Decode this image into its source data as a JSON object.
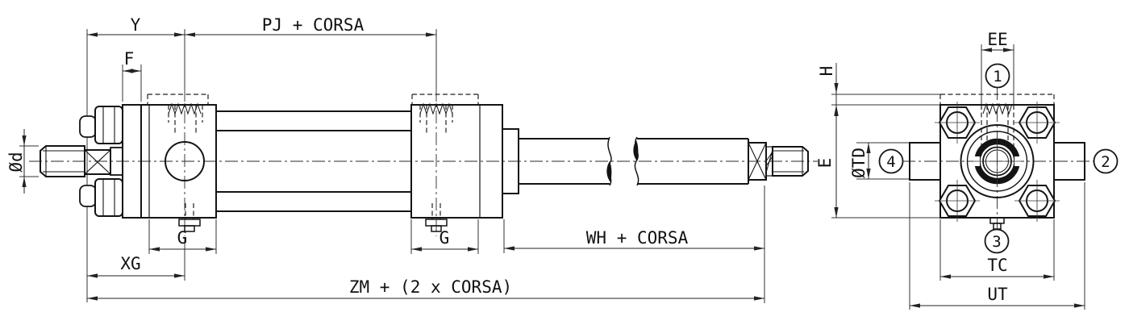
{
  "drawing": {
    "kind": "hydraulic-cylinder-dimensional-drawing",
    "views": [
      "side-section-view",
      "end-view"
    ]
  },
  "dimensions": {
    "y": "Y",
    "pj_corsa": "PJ + CORSA",
    "f": "F",
    "rod_diameter": "Ød",
    "g_front": "G",
    "g_rear": "G",
    "xg": "XG",
    "wh_corsa": "WH + CORSA",
    "zm_total": "ZM + (2 x CORSA)",
    "ee": "EE",
    "h": "H",
    "e": "E",
    "otd": "ØTD",
    "tc": "TC",
    "ut": "UT"
  },
  "callouts": {
    "port_top": "1",
    "port_right": "2",
    "port_bottom": "3",
    "port_left": "4"
  },
  "colors": {
    "object_line": "#141414",
    "dimension_line": "#222222",
    "background": "#ffffff"
  }
}
